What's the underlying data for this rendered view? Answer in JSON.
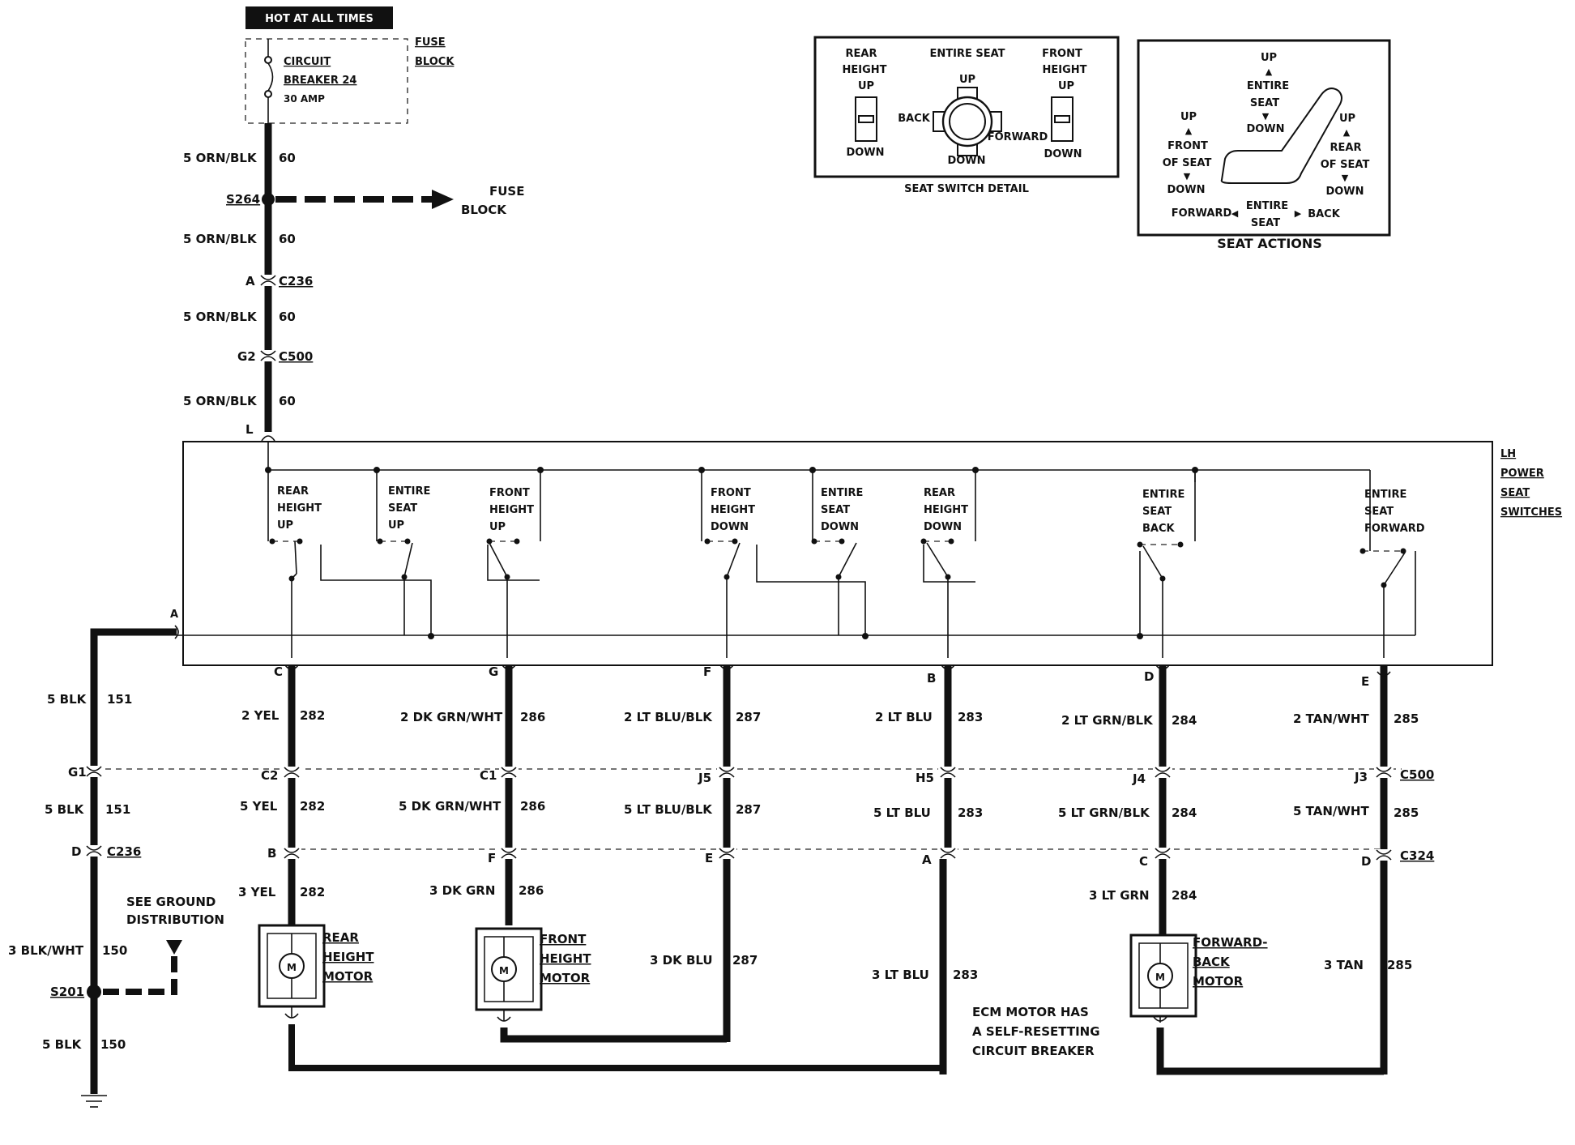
{
  "header": {
    "hot_label": "HOT AT ALL TIMES",
    "fuse_block": [
      "FUSE",
      "BLOCK"
    ],
    "breaker": [
      "CIRCUIT",
      "BREAKER 24",
      "30 AMP"
    ]
  },
  "feed": {
    "wire_1": {
      "name": "5 ORN/BLK",
      "num": "60"
    },
    "wire_2": {
      "name": "5 ORN/BLK",
      "num": "60"
    },
    "wire_3": {
      "name": "5 ORN/BLK",
      "num": "60"
    },
    "wire_4": {
      "name": "5 ORN/BLK",
      "num": "60"
    },
    "splice": "S264",
    "to_fuse_block": [
      "FUSE",
      "BLOCK"
    ],
    "c236": {
      "pin": "A",
      "name": "C236"
    },
    "c500": {
      "pin": "G2",
      "name": "C500"
    },
    "switch_pin": "L"
  },
  "switch_detail": {
    "rear_height": [
      "REAR",
      "HEIGHT",
      "UP",
      "DOWN"
    ],
    "entire_seat": [
      "ENTIRE SEAT",
      "UP",
      "BACK",
      "FORWARD",
      "DOWN"
    ],
    "front_height": [
      "FRONT",
      "HEIGHT",
      "UP",
      "DOWN"
    ],
    "caption": "SEAT SWITCH DETAIL"
  },
  "seat_actions": {
    "top": [
      "UP",
      "ENTIRE",
      "SEAT",
      "DOWN"
    ],
    "left": [
      "UP",
      "FRONT",
      "OF SEAT",
      "DOWN"
    ],
    "right": [
      "UP",
      "REAR",
      "OF SEAT",
      "DOWN"
    ],
    "bottom": [
      "FORWARD",
      "ENTIRE",
      "SEAT",
      "BACK"
    ],
    "caption": "SEAT ACTIONS"
  },
  "switch_box": {
    "title": [
      "LH",
      "POWER",
      "SEAT",
      "SWITCHES"
    ],
    "ground_pin": "A",
    "switches": [
      [
        "REAR",
        "HEIGHT",
        "UP"
      ],
      [
        "ENTIRE",
        "SEAT",
        "UP"
      ],
      [
        "FRONT",
        "HEIGHT",
        "UP"
      ],
      [
        "FRONT",
        "HEIGHT",
        "DOWN"
      ],
      [
        "ENTIRE",
        "SEAT",
        "DOWN"
      ],
      [
        "REAR",
        "HEIGHT",
        "DOWN"
      ],
      [
        "ENTIRE",
        "SEAT",
        "BACK"
      ],
      [
        "ENTIRE",
        "SEAT",
        "FORWARD"
      ]
    ]
  },
  "ground": {
    "w1": {
      "name": "5 BLK",
      "num": "151"
    },
    "g1": "G1",
    "w2": {
      "name": "5 BLK",
      "num": "151"
    },
    "c236": {
      "pin": "D",
      "name": "C236"
    },
    "see_ground": [
      "SEE GROUND",
      "DISTRIBUTION"
    ],
    "w3": {
      "name": "3 BLK/WHT",
      "num": "150"
    },
    "splice": "S201",
    "w4": {
      "name": "5 BLK",
      "num": "150"
    }
  },
  "columns": [
    {
      "pin_top": "C",
      "w1": "2 YEL",
      "n": "282",
      "c500": "C2",
      "w2": "5 YEL",
      "c324": "B",
      "w3": "3 YEL"
    },
    {
      "pin_top": "G",
      "w1": "2 DK GRN/WHT",
      "n": "286",
      "c500": "C1",
      "w2": "5 DK GRN/WHT",
      "c324": "F",
      "w3": "3 DK GRN"
    },
    {
      "pin_top": "F",
      "w1": "2 LT BLU/BLK",
      "n": "287",
      "c500": "J5",
      "w2": "5 LT BLU/BLK",
      "c324": "E",
      "w3": "3 DK BLU"
    },
    {
      "pin_top": "B",
      "w1": "2 LT BLU",
      "n": "283",
      "c500": "H5",
      "w2": "5 LT BLU",
      "c324": "A",
      "w3": "3 LT BLU"
    },
    {
      "pin_top": "D",
      "w1": "2 LT GRN/BLK",
      "n": "284",
      "c500": "J4",
      "w2": "5 LT GRN/BLK",
      "c324": "C",
      "w3": "3 LT GRN"
    },
    {
      "pin_top": "E",
      "w1": "2 TAN/WHT",
      "n": "285",
      "c500": "J3",
      "w2": "5 TAN/WHT",
      "c324": "D",
      "w3": "3 TAN"
    }
  ],
  "connectors": {
    "c500": "C500",
    "c324": "C324"
  },
  "motors": {
    "rear": [
      "REAR",
      "HEIGHT",
      "MOTOR"
    ],
    "front": [
      "FRONT",
      "HEIGHT",
      "MOTOR"
    ],
    "fwd": [
      "FORWARD-",
      "BACK",
      "MOTOR"
    ],
    "symbol": "M"
  },
  "note": [
    "ECM MOTOR HAS",
    "A SELF-RESETTING",
    "CIRCUIT BREAKER"
  ]
}
